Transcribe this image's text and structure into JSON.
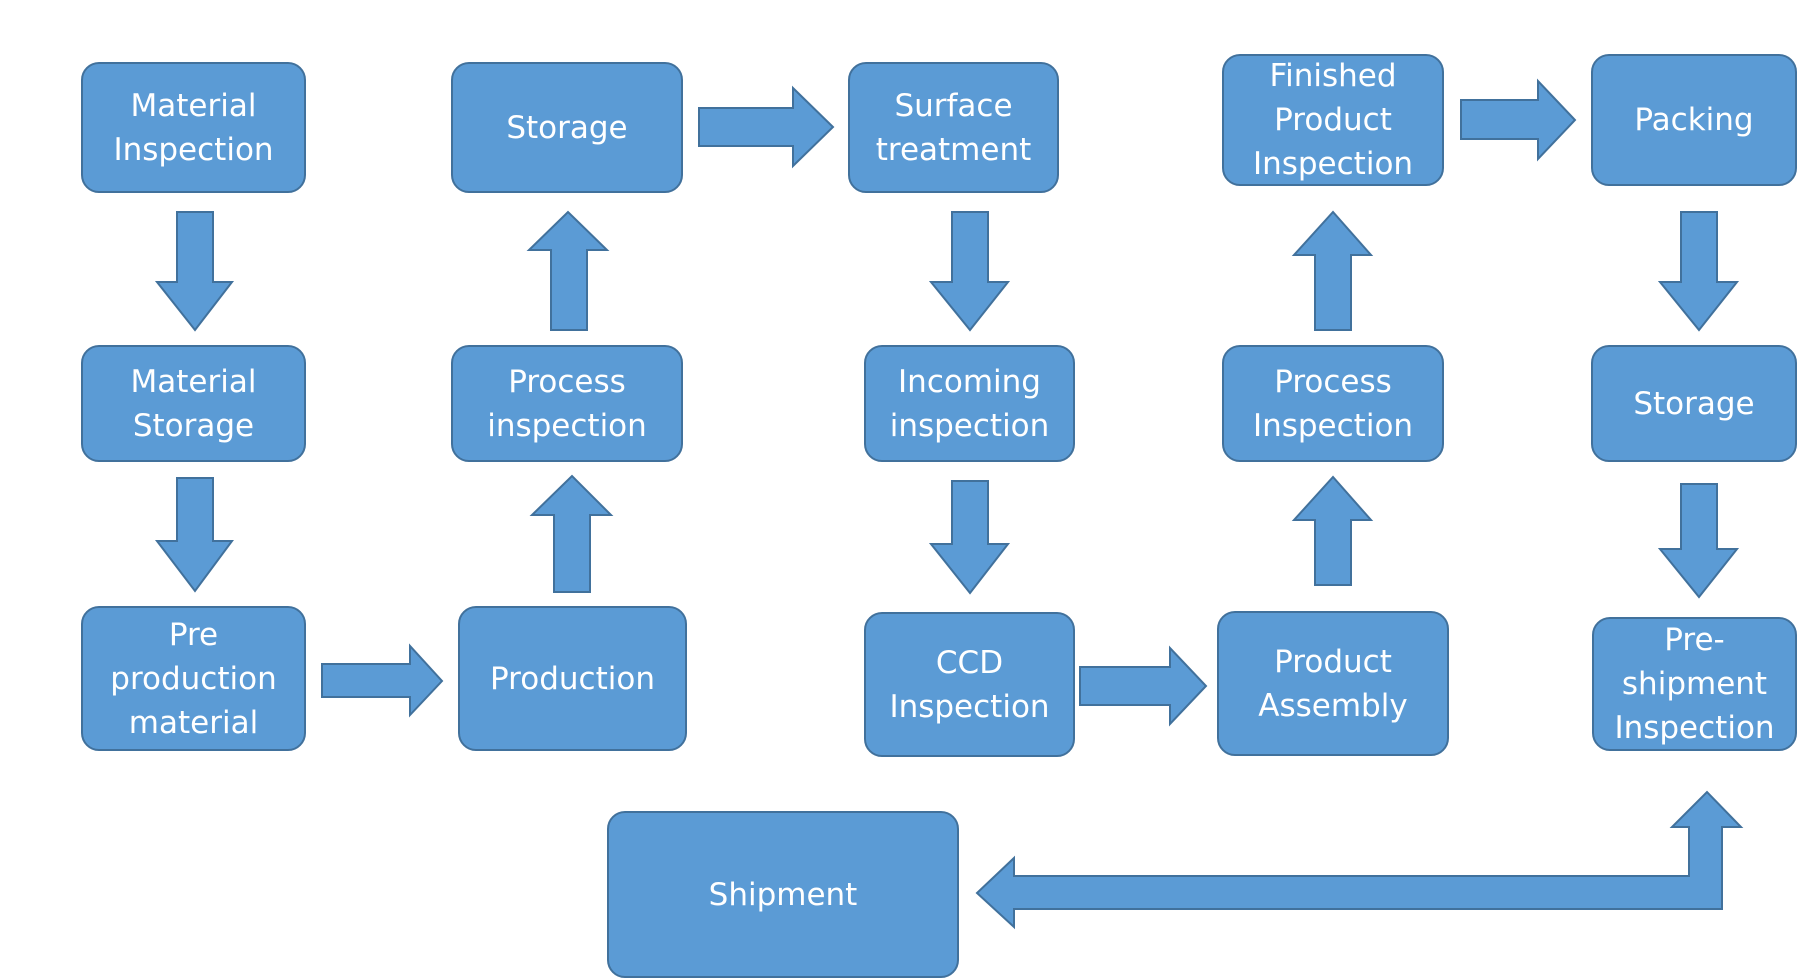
{
  "colors": {
    "box_fill": "#5b9bd5",
    "box_border": "#41719c",
    "text": "#ffffff",
    "background": "#ffffff"
  },
  "nodes": {
    "material_inspection": "Material\nInspection",
    "material_storage": "Material\nStorage",
    "pre_production_material": "Pre\nproduction\nmaterial",
    "production": "Production",
    "process_inspection_1": "Process\ninspection",
    "storage_1": "Storage",
    "surface_treatment": "Surface\ntreatment",
    "incoming_inspection": "Incoming\ninspection",
    "ccd_inspection": "CCD\nInspection",
    "product_assembly": "Product\nAssembly",
    "process_inspection_2": "Process\nInspection",
    "finished_product_inspection": "Finished\nProduct\nInspection",
    "packing": "Packing",
    "storage_2": "Storage",
    "pre_shipment_inspection": "Pre-\nshipment\nInspection",
    "shipment": "Shipment"
  },
  "flow": [
    [
      "material_inspection",
      "material_storage"
    ],
    [
      "material_storage",
      "pre_production_material"
    ],
    [
      "pre_production_material",
      "production"
    ],
    [
      "production",
      "process_inspection_1"
    ],
    [
      "process_inspection_1",
      "storage_1"
    ],
    [
      "storage_1",
      "surface_treatment"
    ],
    [
      "surface_treatment",
      "incoming_inspection"
    ],
    [
      "incoming_inspection",
      "ccd_inspection"
    ],
    [
      "ccd_inspection",
      "product_assembly"
    ],
    [
      "product_assembly",
      "process_inspection_2"
    ],
    [
      "process_inspection_2",
      "finished_product_inspection"
    ],
    [
      "finished_product_inspection",
      "packing"
    ],
    [
      "packing",
      "storage_2"
    ],
    [
      "storage_2",
      "pre_shipment_inspection"
    ],
    [
      "pre_shipment_inspection",
      "shipment"
    ]
  ]
}
